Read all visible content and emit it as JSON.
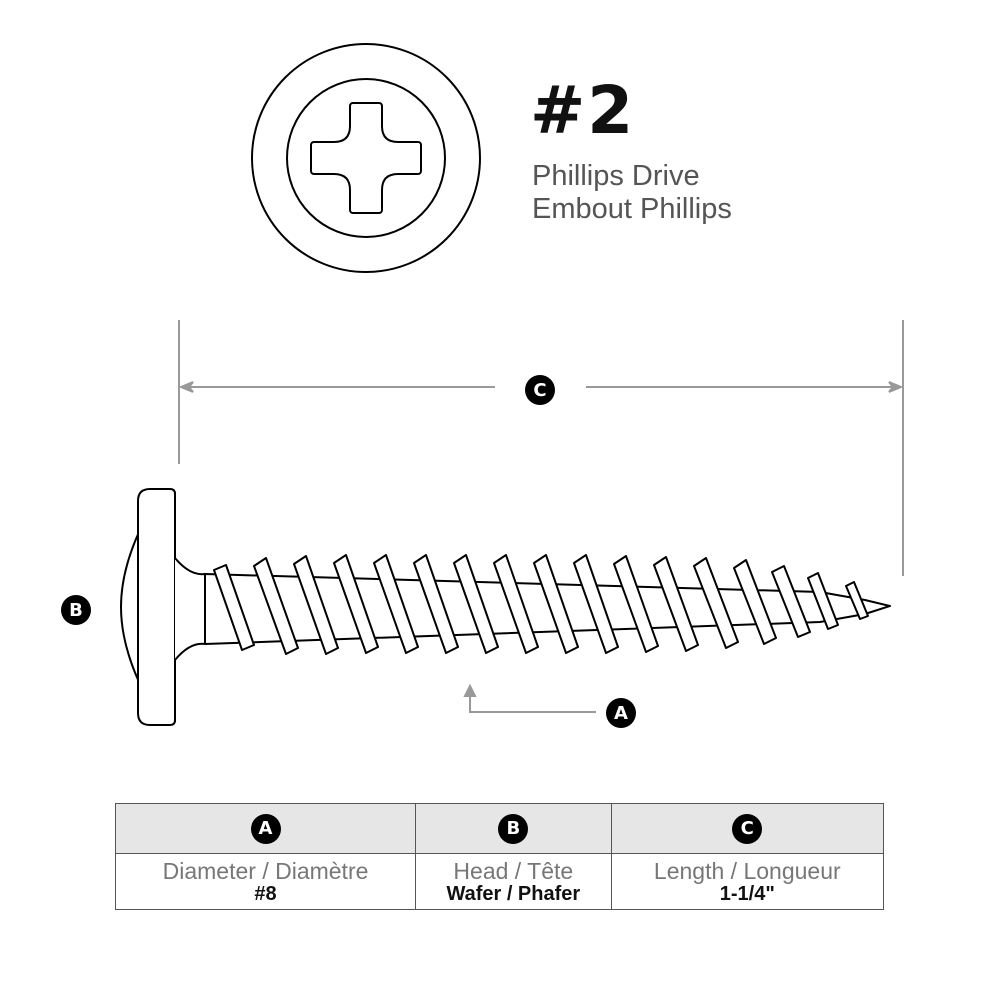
{
  "drive": {
    "size": "#2",
    "label_en": "Phillips Drive",
    "label_fr": "Embout Phillips",
    "icon": "phillips-cross-icon"
  },
  "callouts": {
    "diameter": "A",
    "head": "B",
    "length": "C"
  },
  "colors": {
    "line": "#000000",
    "dimension": "#999999",
    "table_header_bg": "#e6e6e6",
    "badge_bg": "#000000",
    "label_text": "#777777"
  },
  "table": {
    "headers": [
      "A",
      "B",
      "C"
    ],
    "columns": [
      {
        "label": "Diameter / Diamètre",
        "value": "#8"
      },
      {
        "label": "Head / Tête",
        "value": "Wafer / Phafer"
      },
      {
        "label": "Length / Longueur",
        "value": "1-1/4\""
      }
    ]
  }
}
